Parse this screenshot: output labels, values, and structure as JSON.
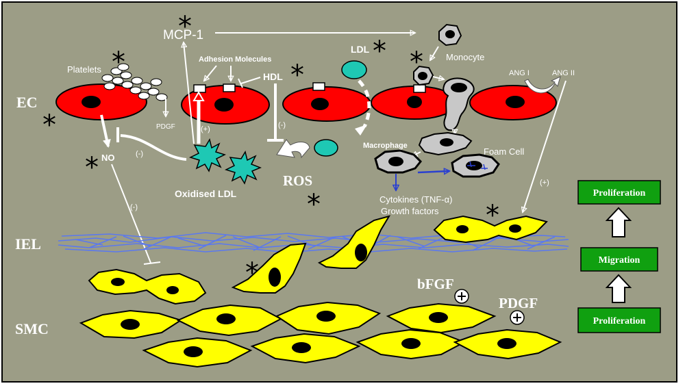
{
  "colors": {
    "background": "#9c9d86",
    "endothelial_cell": "#ff0000",
    "smooth_muscle_cell": "#ffff00",
    "ldl": "#1ec8b4",
    "oxidised_ldl": "#1ec8b4",
    "iel": "#5a78f0",
    "box": "#10a010"
  },
  "layers": {
    "ec": "EC",
    "iel": "IEL",
    "smc": "SMC"
  },
  "labels": {
    "mcp1": "MCP-1",
    "platelets": "Platelets",
    "adhesion": "Adhesion Molecules",
    "hdl": "HDL",
    "ldl": "LDL",
    "monocyte": "Monocyte",
    "ang1": "ANG I",
    "ang2": "ANG II",
    "pdgf_small": "PDGF",
    "plus1": "(+)",
    "plus2": "(+)",
    "minus1": "(-)",
    "minus2": "(-)",
    "minus3": "(-)",
    "no": "NO",
    "oxidised_ldl": "Oxidised LDL",
    "ros": "ROS",
    "macrophage": "Macrophage",
    "foam_cell": "Foam Cell",
    "cytokines": "Cytokines (TNF-α)",
    "growth_factors": "Growth factors",
    "bfgf": "bFGF",
    "pdgf_big": "PDGF"
  },
  "boxes": {
    "top": "Proliferation",
    "middle": "Migration",
    "bottom": "Proliferation"
  }
}
